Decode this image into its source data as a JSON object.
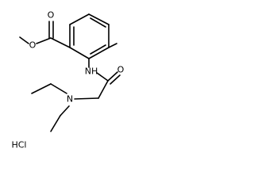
{
  "molecule": {
    "labels": {
      "ester_oxygen": "O",
      "carbonyl_oxygen": "O",
      "amide_nh": "NH",
      "amide_oxygen": "O",
      "amine_nitrogen": "N",
      "salt": "HCl"
    },
    "colors": {
      "bond": "#000000",
      "text": "#000000",
      "background": "#ffffff"
    }
  }
}
